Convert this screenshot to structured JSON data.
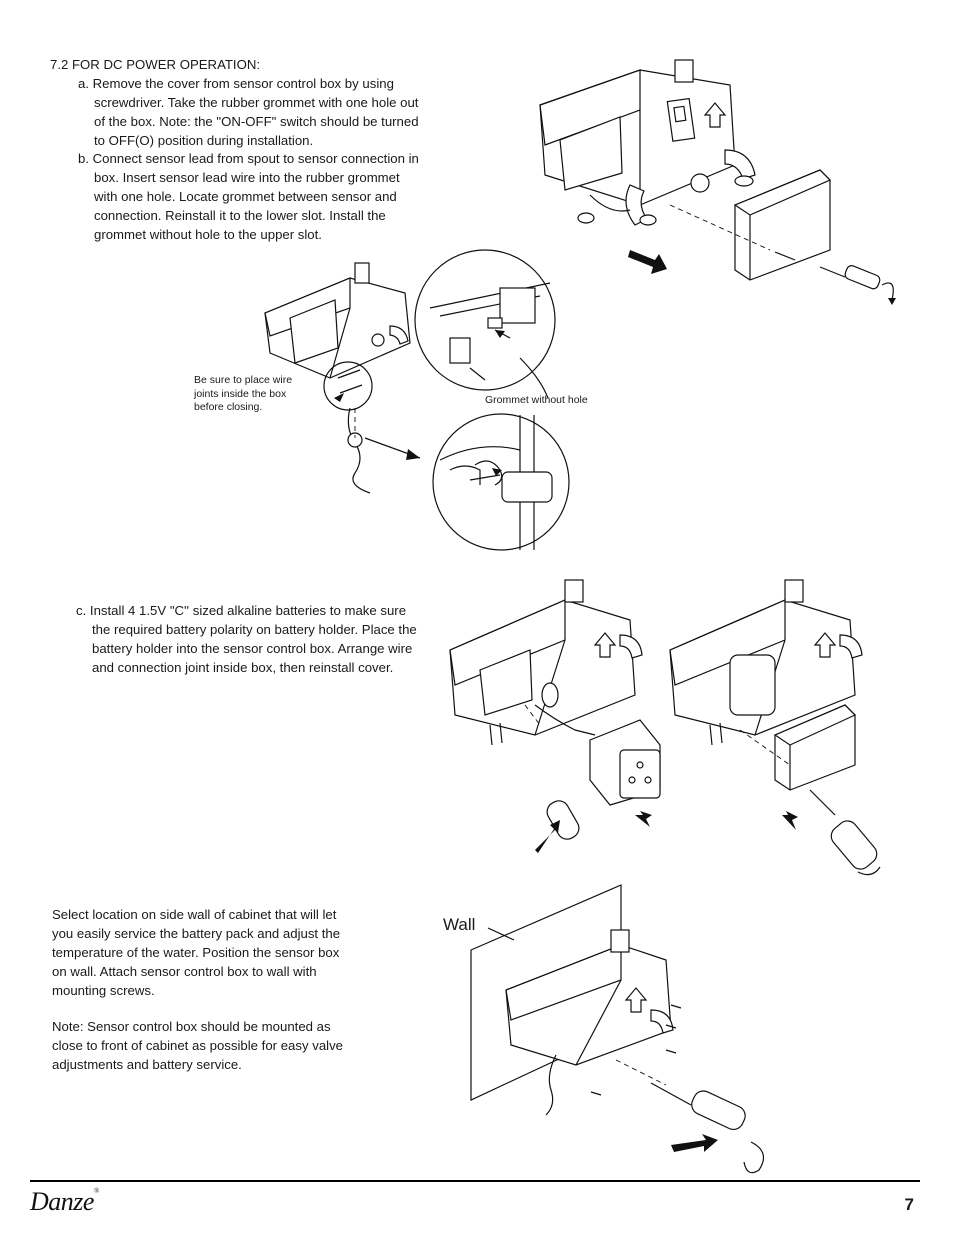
{
  "section": {
    "heading": "7.2  FOR DC POWER OPERATION:",
    "step_a": "a. Remove the cover from sensor control box  by using screwdriver. Take the rubber grommet with one hole out of the box. Note: the \"ON-OFF\" switch should be turned to OFF(O) position during installation.",
    "step_b": "b. Connect sensor lead from spout to sensor connection in box. Insert sensor lead wire into the rubber grommet with one hole. Locate grommet between sensor and connection. Reinstall it to the lower slot. Install the grommet without hole to the upper slot.",
    "step_c": "c. Install 4 1.5V \"C'' sized alkaline batteries to make sure the required  battery polarity on battery holder. Place the battery holder into the sensor control box. Arrange wire and connection joint inside box, then reinstall cover."
  },
  "callouts": {
    "wire_joints": "Be sure to place wire joints inside the box before closing.",
    "grommet": "Grommet without hole",
    "wall": "Wall"
  },
  "mounting": {
    "instruction": "Select location on side wall of cabinet that will let you easily service the battery pack and adjust the temperature of the water. Position the sensor box on wall.  Attach sensor control box to wall with mounting screws.",
    "note": "Note: Sensor control box should be mounted as close to front of cabinet as possible for easy valve adjustments and battery service."
  },
  "footer": {
    "brand": "Danze",
    "brand_mark": "®",
    "page_number": "7"
  }
}
